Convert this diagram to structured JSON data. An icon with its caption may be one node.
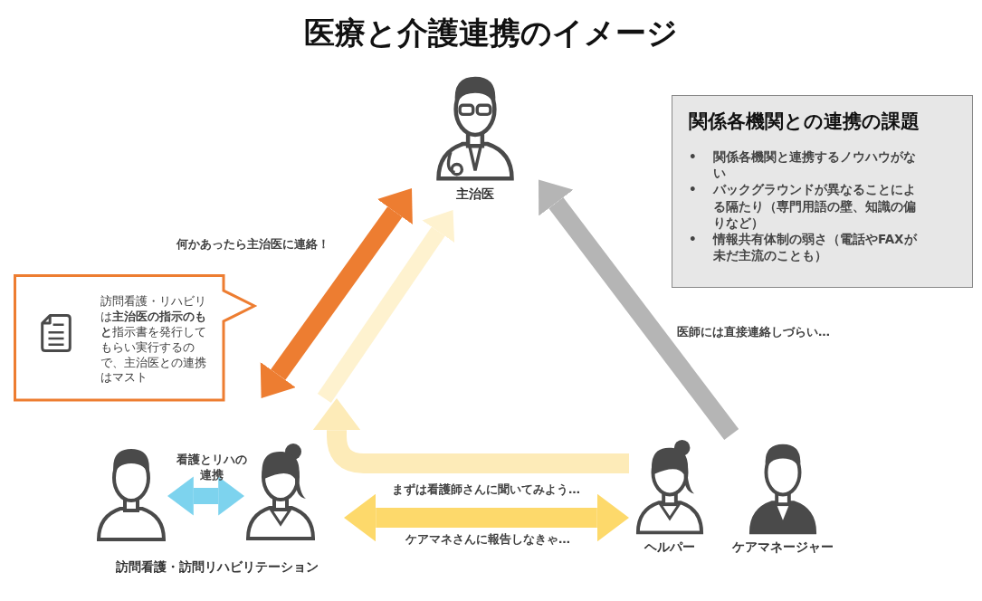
{
  "diagram": {
    "title": "医療と介護連携のイメージ",
    "nodes": [
      {
        "text": [
          "主治医"
        ]
      },
      {
        "text": [
          "訪問看護・訪問リハビリテーション"
        ]
      },
      {
        "text": [],
        "shape": "person",
        "in": 1
      },
      {
        "text": [],
        "shape": "person",
        "in": 1
      },
      {
        "text": [
          "ヘルパー"
        ]
      },
      {
        "text": [
          "ケアマネージャー"
        ]
      },
      {
        "text": [
          "訪問看護・リハビリは**主治医の指示のもと**指示書を発行してもらい実行するので、主治医との連携はマスト"
        ]
      },
      {
        "text": [
          "関係各機関との連携の課題",
          "•",
          "関係各機関と連携するノウハウがない",
          "•",
          "バックグラウンドが異なることによる隔たり（専門用語の壁、知識の偏りなど）",
          "•",
          "情報共有体制の弱さ（電話やFAXが未だ主流のことも）"
        ]
      }
    ],
    "edges": [
      {
        "from": 0,
        "to": 1,
        "arrow": "both",
        "label": "何かあったら主治医に連絡！",
        "color": "#ed7d31"
      },
      {
        "from": 4,
        "to": 1,
        "arrow": "to",
        "color": "#fdebb8"
      },
      {
        "from": 1,
        "to": 0,
        "arrow": "to",
        "color": "#fef2cf"
      },
      {
        "from": 2,
        "to": 3,
        "arrow": "both",
        "label": "看護とリハの連携",
        "color": "#7dd3ee"
      },
      {
        "from": 1,
        "to": 4,
        "arrow": "both",
        "label": "まずは看護師さんに聞いてみよう…",
        "color": "#fdd96b"
      },
      {
        "from": 5,
        "to": 0,
        "arrow": "to",
        "label": "医師には直接連絡しづらい…",
        "color": "#b5b5b5"
      }
    ],
    "labels": [
      "ケアマネさんに報告しなきゃ…"
    ]
  }
}
